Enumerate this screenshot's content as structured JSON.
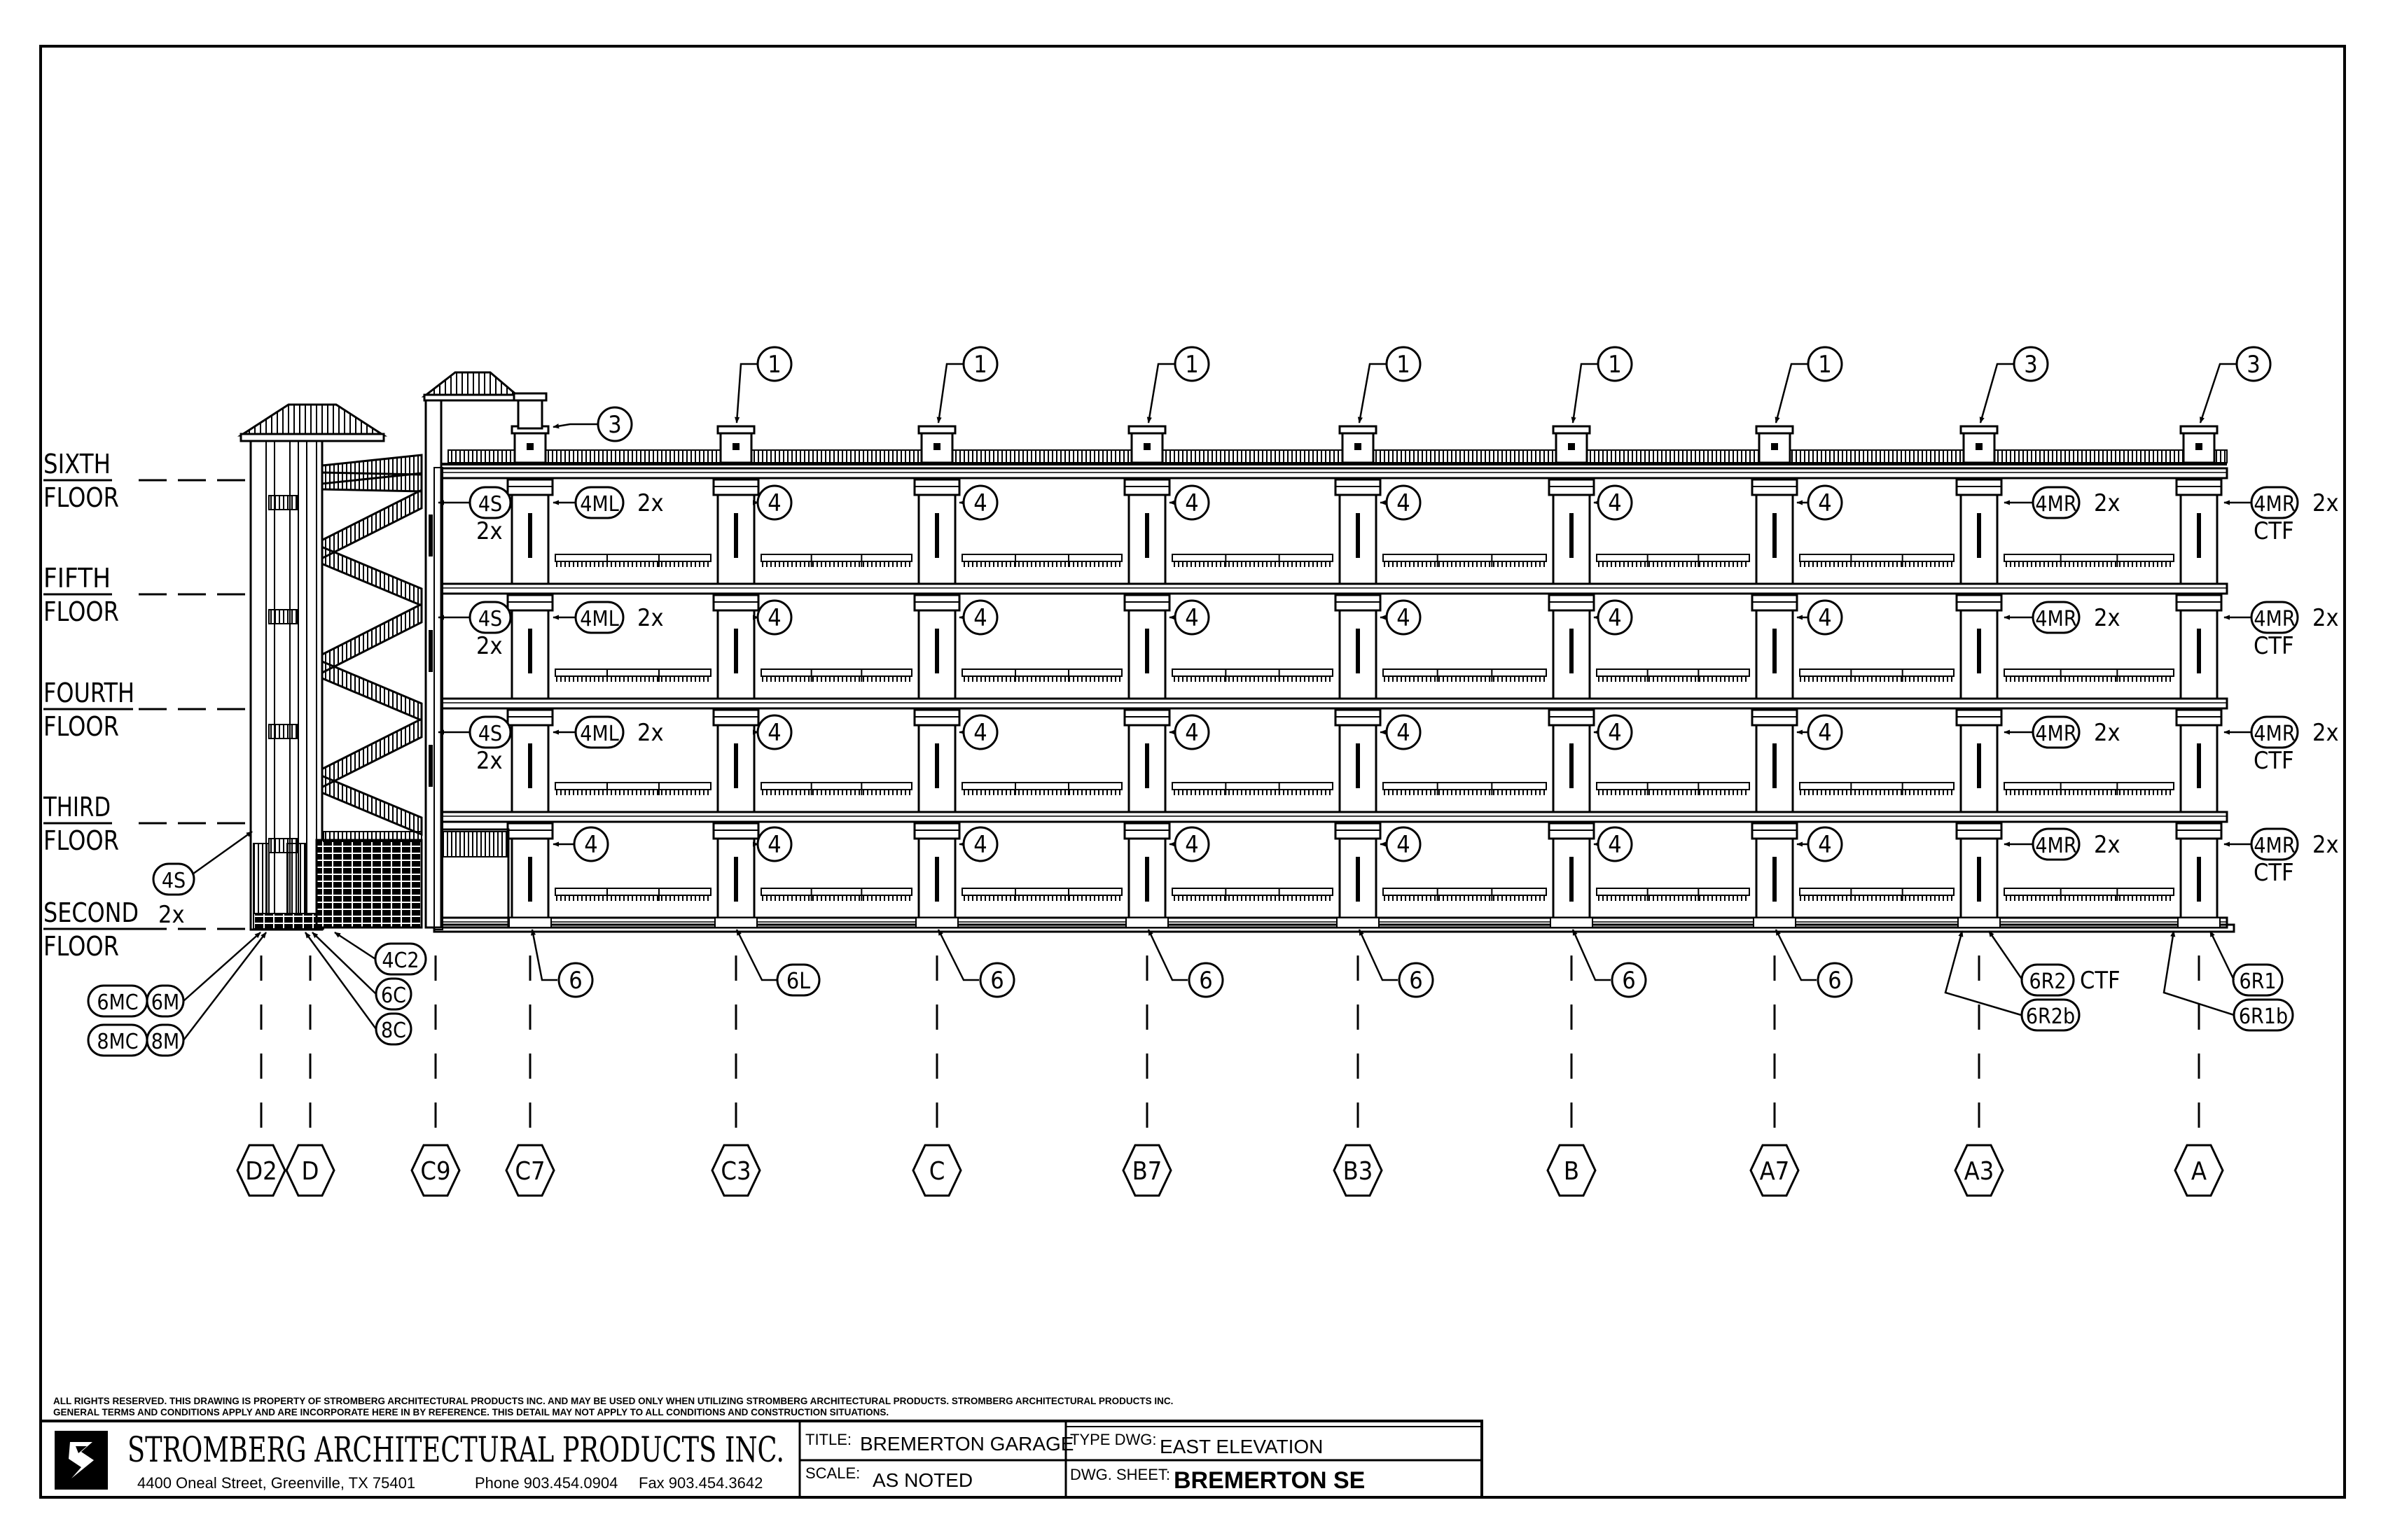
{
  "drawing": {
    "floors": [
      {
        "line1": "SIXTH",
        "line2": "FLOOR"
      },
      {
        "line1": "FIFTH",
        "line2": "FLOOR"
      },
      {
        "line1": "FOURTH",
        "line2": "FLOOR"
      },
      {
        "line1": "THIRD",
        "line2": "FLOOR"
      },
      {
        "line1": "SECOND",
        "line2": "FLOOR"
      }
    ],
    "grid_labels": [
      "D2",
      "D",
      "C9",
      "C7",
      "C3",
      "C",
      "B7",
      "B3",
      "B",
      "A7",
      "A3",
      "A"
    ],
    "top_callouts": [
      "3",
      "1",
      "1",
      "1",
      "1",
      "1",
      "1",
      "3",
      "3"
    ],
    "bottom_callouts": [
      "6",
      "6L",
      "6",
      "6",
      "6",
      "6",
      "6"
    ],
    "post_callout": "4",
    "left_callouts": {
      "s": "4S",
      "ml": "4ML",
      "x2": "2x"
    },
    "right_callouts": {
      "mr": "4MR",
      "ctf": "CTF",
      "x2": "2x"
    },
    "stair_callouts": {
      "s4": "4S",
      "x2": "2x",
      "c42": "4C2",
      "c6": "6C",
      "c8": "8C",
      "mc6": "6MC",
      "m6": "6M",
      "mc8": "8MC",
      "m8": "8M"
    },
    "a3_callouts": {
      "r2": "6R2",
      "ctf": "CTF",
      "r2b": "6R2b"
    },
    "a_callouts": {
      "r1": "6R1",
      "r1b": "6R1b"
    }
  },
  "title_block": {
    "notice_line1": "ALL RIGHTS RESERVED. THIS DRAWING IS PROPERTY OF STROMBERG ARCHITECTURAL PRODUCTS INC. AND MAY BE USED ONLY WHEN UTILIZING STROMBERG ARCHITECTURAL PRODUCTS.  STROMBERG ARCHITECTURAL PRODUCTS INC.",
    "notice_line2": "GENERAL TERMS AND CONDITIONS APPLY AND ARE INCORPORATE HERE IN BY REFERENCE.  THIS DETAIL MAY NOT APPLY TO ALL CONDITIONS AND CONSTRUCTION SITUATIONS.",
    "company": "STROMBERG ARCHITECTURAL PRODUCTS INC.",
    "address": "4400 Oneal Street, Greenville, TX  75401",
    "phone": "Phone 903.454.0904",
    "fax": "Fax 903.454.3642",
    "title_label": "TITLE:",
    "title_value": "BREMERTON GARAGE",
    "type_label": "TYPE DWG:",
    "type_value": "EAST ELEVATION",
    "scale_label": "SCALE:",
    "scale_value": "AS NOTED",
    "sheet_label": "DWG. SHEET:",
    "sheet_value": "BREMERTON SE"
  }
}
